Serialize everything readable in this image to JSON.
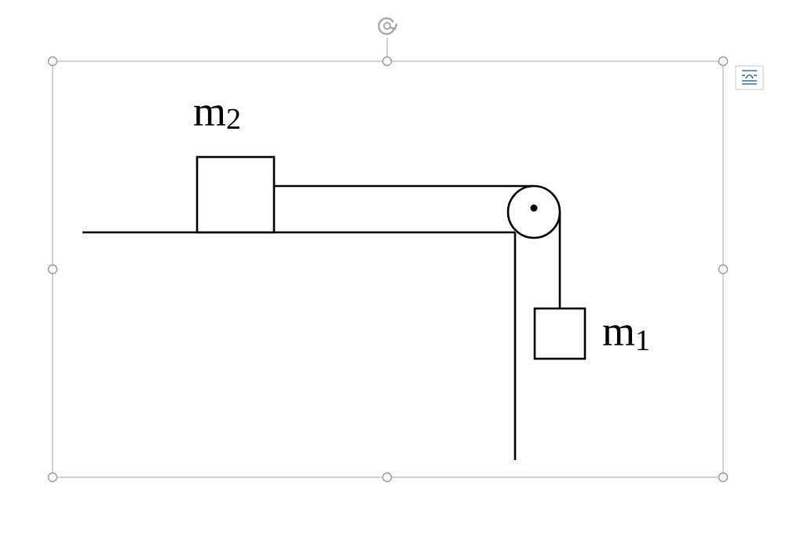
{
  "diagram": {
    "labels": {
      "block_top": {
        "base": "m",
        "subscript": "2"
      },
      "block_hanging": {
        "base": "m",
        "subscript": "1"
      }
    }
  },
  "icons": {
    "rotate_handle": "rotate-icon",
    "layout_options": "layout-options-icon"
  },
  "colors": {
    "ink": "#000000",
    "selection": "#b4b4b4",
    "handle_stroke": "#9a9a9a",
    "layout_icon": "#3c6e9e"
  }
}
